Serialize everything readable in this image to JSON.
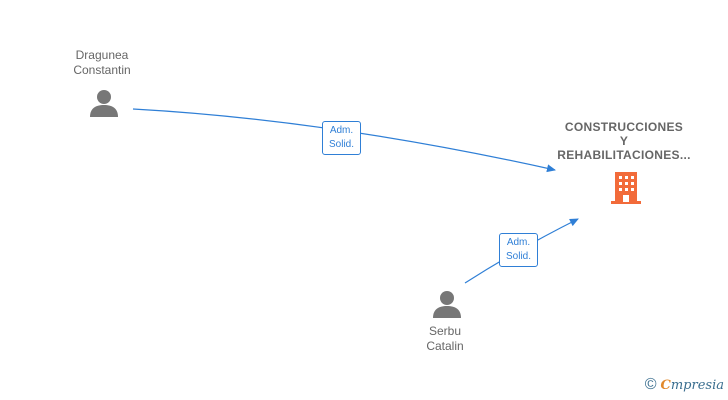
{
  "nodes": {
    "person1": {
      "name_lines": [
        "Dragunea",
        "Constantin"
      ]
    },
    "person2": {
      "name_lines": [
        "Serbu",
        "Catalin"
      ]
    },
    "company": {
      "name_lines": [
        "CONSTRUCCIONES",
        "Y",
        "REHABILITACIONES..."
      ],
      "icon": "building-icon",
      "icon_color": "#f26b3a"
    }
  },
  "edges": [
    {
      "from": "person1",
      "to": "company",
      "label_lines": [
        "Adm.",
        "Solid."
      ]
    },
    {
      "from": "person2",
      "to": "company",
      "label_lines": [
        "Adm.",
        "Solid."
      ]
    }
  ],
  "colors": {
    "edge": "#2f7fd6",
    "person_icon": "#777777",
    "text": "#666666"
  },
  "brand": {
    "copyright_symbol": "©",
    "first_letter": "C",
    "rest": "mpresia"
  }
}
